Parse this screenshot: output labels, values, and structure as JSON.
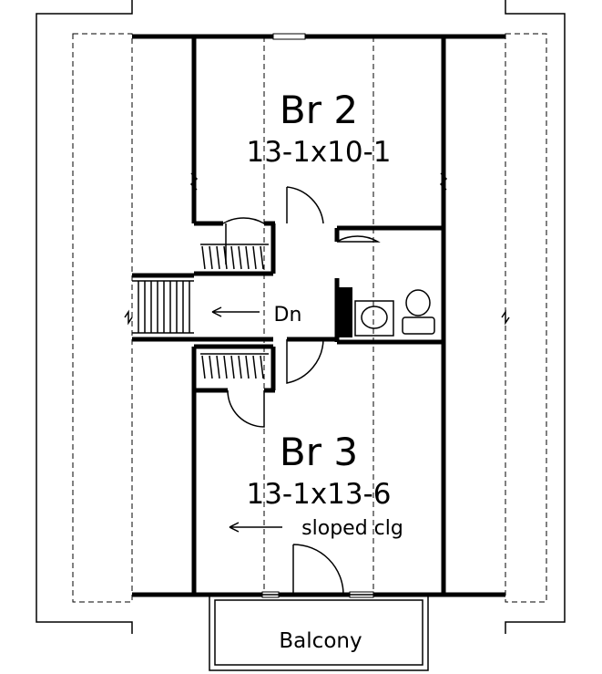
{
  "rooms": {
    "br2": {
      "name": "Br 2",
      "size": "13-1x10-1"
    },
    "br3": {
      "name": "Br 3",
      "size": "13-1x13-6",
      "note": "sloped clg"
    },
    "stairs": {
      "label": "Dn"
    },
    "balcony": {
      "name": "Balcony"
    }
  }
}
